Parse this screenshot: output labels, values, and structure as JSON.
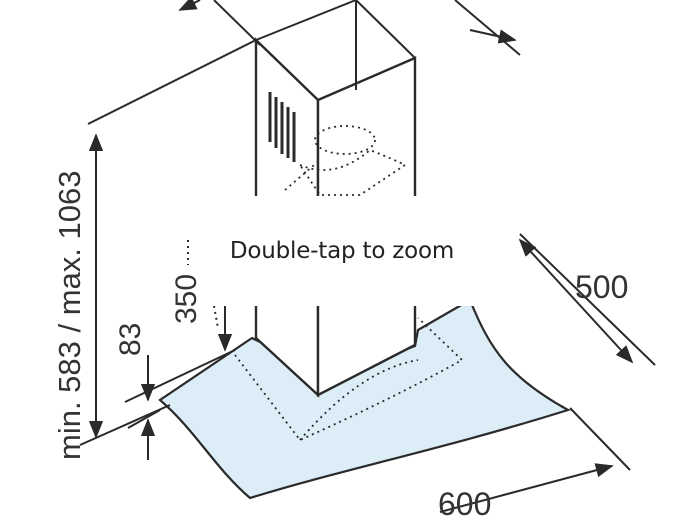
{
  "diagram": {
    "dimensions": {
      "height_range": "min. 583 / max. 1063",
      "chimney_offset": "350",
      "canopy_height": "83",
      "depth": "500",
      "width": "600"
    },
    "colors": {
      "line": "#2a2a2a",
      "canopy_fill": "#dcedf7",
      "text": "#333333"
    }
  },
  "overlay": {
    "hint": "Double-tap to zoom"
  }
}
